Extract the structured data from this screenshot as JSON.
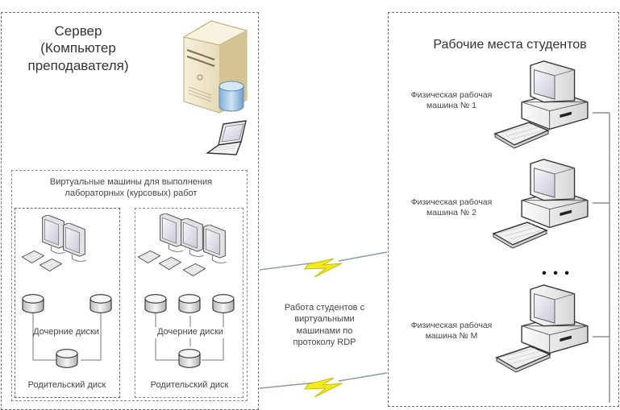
{
  "server": {
    "title_lines": [
      "Сервер",
      "(Компьютер",
      "преподавателя)"
    ],
    "icons": [
      "server-tower-icon",
      "database-icon",
      "laptop-icon"
    ]
  },
  "vm_group": {
    "title_lines": [
      "Виртуальные машины для выполнения",
      "лабораторных (курсовых) работ"
    ],
    "subgroups": [
      {
        "monitors": 2,
        "child_disks_label": "Дочерние диски",
        "child_disks": 2,
        "parent_disk_label": "Родительский диск"
      },
      {
        "monitors": 3,
        "child_disks_label": "Дочерние диски",
        "child_disks": 3,
        "parent_disk_label": "Родительский диск"
      }
    ]
  },
  "connection": {
    "label_lines": [
      "Работа студентов с",
      "виртуальными",
      "машинами по",
      "протоколу RDP"
    ],
    "link_icon": "lightning-bolt-icon",
    "colors": {
      "bolt": "#f2ea1c",
      "bolt_outline": "#c9bf00",
      "line": "#8a9aa8"
    }
  },
  "students": {
    "title": "Рабочие места студентов",
    "workstations": [
      {
        "label_lines": [
          "Физическая рабочая",
          "машина № 1"
        ]
      },
      {
        "label_lines": [
          "Физическая рабочая",
          "машина № 2"
        ]
      },
      {
        "label_lines": [
          "Физическая рабочая",
          "машина № M"
        ]
      }
    ],
    "ellipsis": "• • •"
  },
  "colors": {
    "server_body": "#efe5c8",
    "db": "#9cc3e3",
    "border": "#6a6a6a"
  }
}
